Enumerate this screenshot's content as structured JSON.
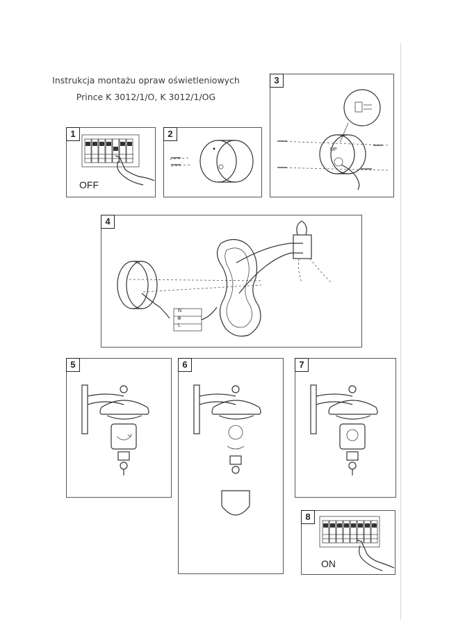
{
  "title": {
    "line1": "Instrukcja montażu opraw oświetleniowych",
    "line2": "Prince K 3012/1/O, K 3012/1/OG"
  },
  "steps": [
    {
      "number": "1",
      "caption": "OFF"
    },
    {
      "number": "2"
    },
    {
      "number": "3",
      "up_label": "UP"
    },
    {
      "number": "4",
      "terminal_labels": [
        "N",
        "⊕",
        "L"
      ]
    },
    {
      "number": "5"
    },
    {
      "number": "6"
    },
    {
      "number": "7"
    },
    {
      "number": "8",
      "caption": "ON"
    }
  ]
}
